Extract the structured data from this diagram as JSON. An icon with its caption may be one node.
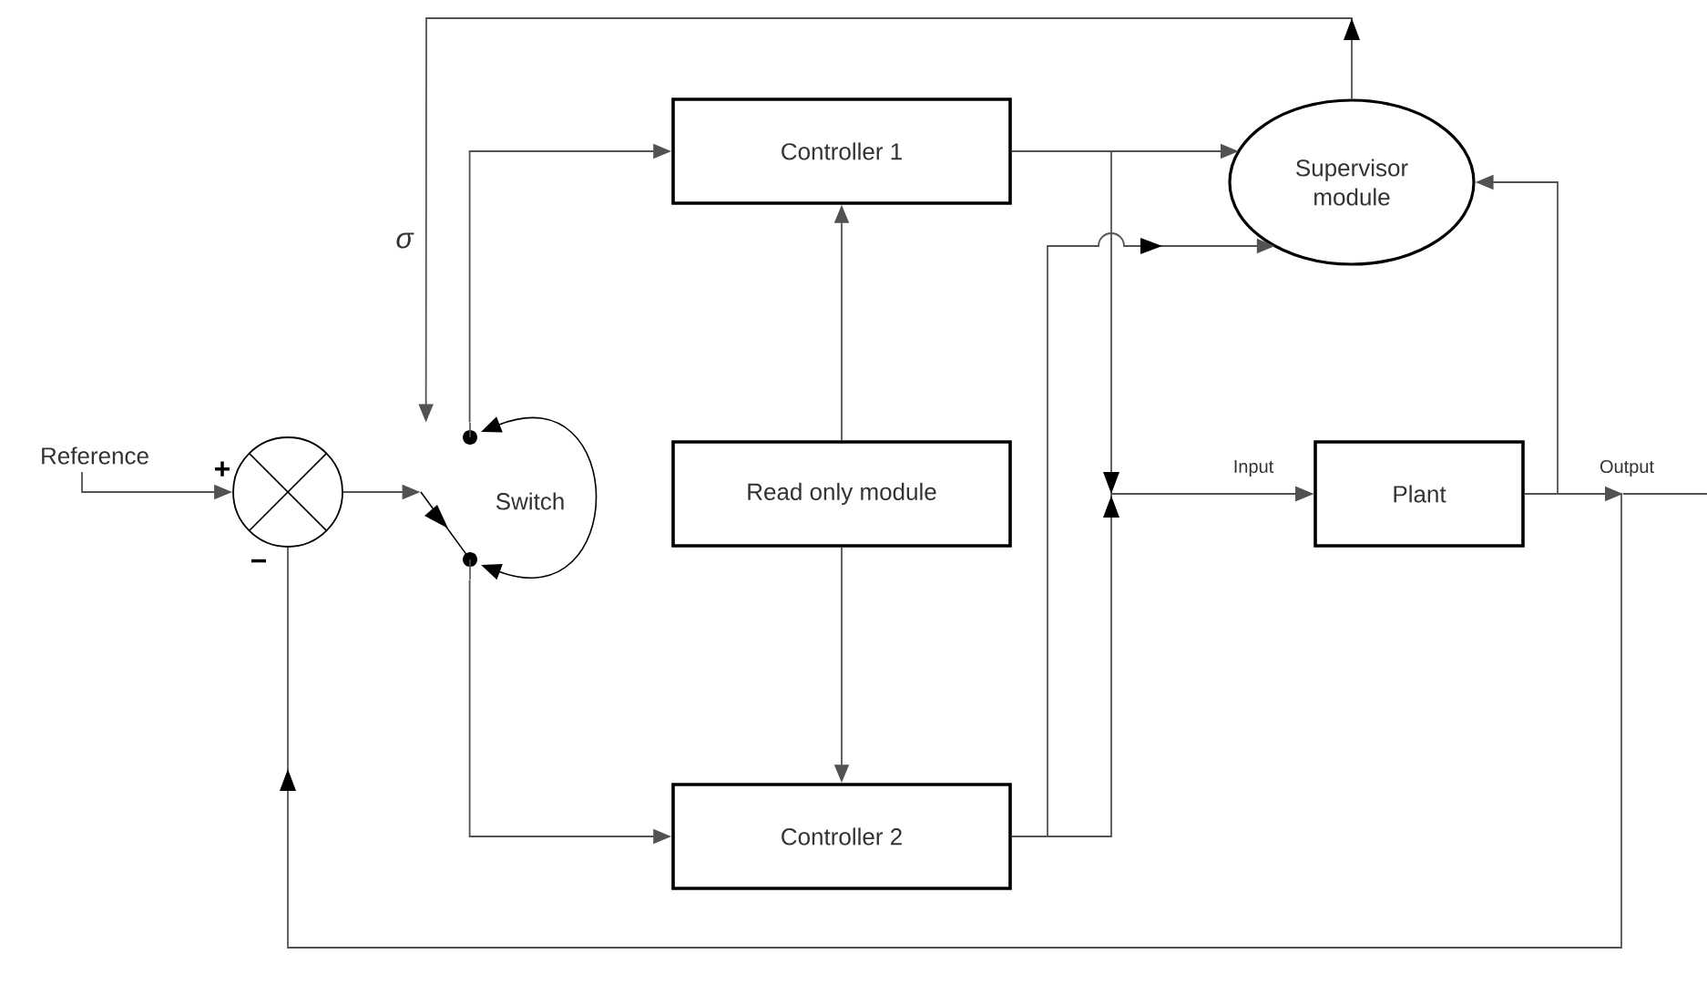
{
  "diagram": {
    "nodes": [
      {
        "text": [
          "Reference"
        ]
      },
      {
        "text": [],
        "shape": "circle",
        "beside": [
          "+",
          "−"
        ]
      },
      {
        "text": [
          "Switch"
        ]
      },
      {
        "text": [
          "Controller 1"
        ]
      },
      {
        "text": [
          "Read only module"
        ]
      },
      {
        "text": [
          "Controller 2"
        ]
      },
      {
        "text": [
          "Supervisor module"
        ]
      },
      {
        "text": [
          "Plant"
        ]
      }
    ],
    "edges": [
      {
        "from": 0,
        "to": 1,
        "arrow": "to"
      },
      {
        "from": 1,
        "to": 2,
        "arrow": "to"
      },
      {
        "from": 2,
        "to": 3,
        "arrow": "to"
      },
      {
        "from": 2,
        "to": 5,
        "arrow": "to"
      },
      {
        "from": 4,
        "to": 3,
        "arrow": "to"
      },
      {
        "from": 4,
        "to": 5,
        "arrow": "to"
      },
      {
        "from": 3,
        "to": 6,
        "arrow": "to"
      },
      {
        "from": 3,
        "to": 7,
        "arrow": "to",
        "label": "Input"
      },
      {
        "from": 5,
        "to": 6,
        "arrow": "to"
      },
      {
        "from": 5,
        "to": 7,
        "arrow": "to"
      },
      {
        "from": 7,
        "to": 6,
        "arrow": "to"
      },
      {
        "from": 7,
        "to": null,
        "arrow": "to",
        "label": "Output"
      },
      {
        "from": 7,
        "to": 1,
        "arrow": "to"
      },
      {
        "from": 6,
        "to": 2,
        "arrow": "to",
        "label": "σ"
      }
    ]
  }
}
